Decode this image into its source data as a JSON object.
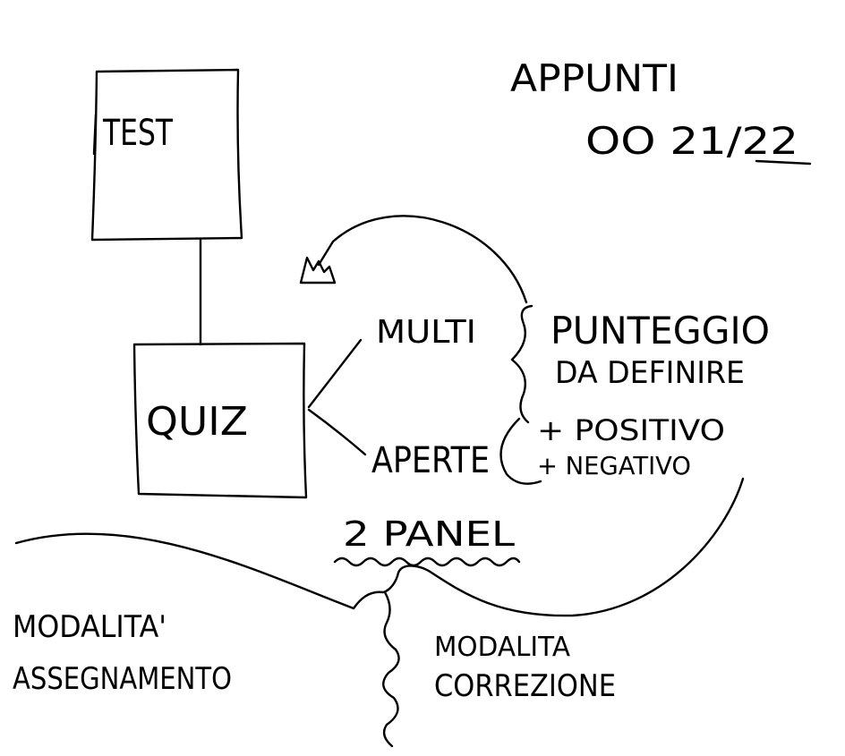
{
  "title": {
    "line1": "APPUNTI",
    "line2": "OO 21/22"
  },
  "diagram": {
    "box_test": "TEST",
    "box_quiz": "QUIZ",
    "branch_multi": "MULTI",
    "branch_aperte": "APERTE",
    "note_line1": "PUNTEGGIO",
    "note_line2": "DA DEFINIRE",
    "note_line3": "+ POSITIVO",
    "note_line4": "+ NEGATIVO"
  },
  "panels": {
    "heading": "2 PANEL",
    "left_line1": "MODALITA'",
    "left_line2": "ASSEGNAMENTO",
    "right_line1": "MODALITA",
    "right_line2": "CORREZIONE"
  },
  "colors": {
    "ink": "#000000",
    "paper": "#ffffff"
  }
}
